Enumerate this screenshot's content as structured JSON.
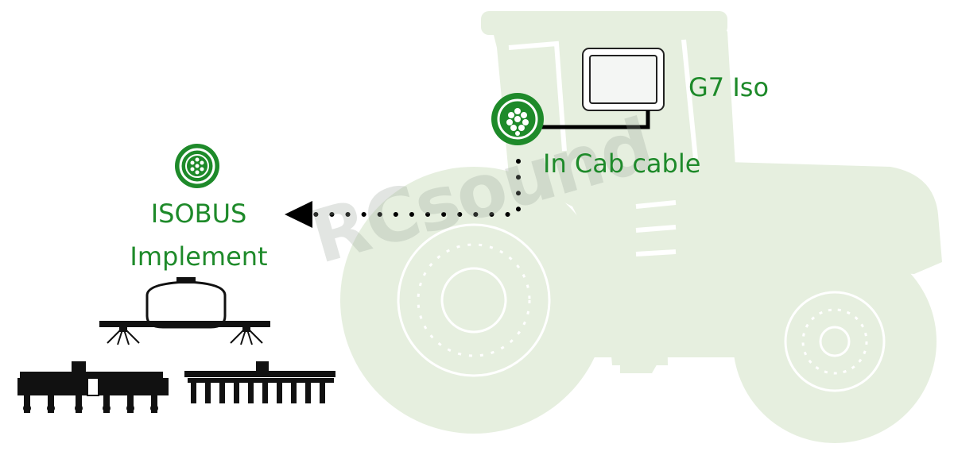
{
  "labels": {
    "display": "G7 Iso",
    "cable": "In Cab cable",
    "implement_line1": "ISOBUS",
    "implement_line2": "Implement"
  },
  "watermark": "RCsound",
  "colors": {
    "accent_green": "#1e8a2a",
    "tractor_fill": "#e6efdf",
    "implement_black": "#111111"
  },
  "icons": [
    "isobus-connector-icon",
    "display-terminal-icon",
    "arrow-left-icon",
    "sprayer-icon",
    "planter-icon",
    "cultivator-icon",
    "tractor-silhouette"
  ]
}
